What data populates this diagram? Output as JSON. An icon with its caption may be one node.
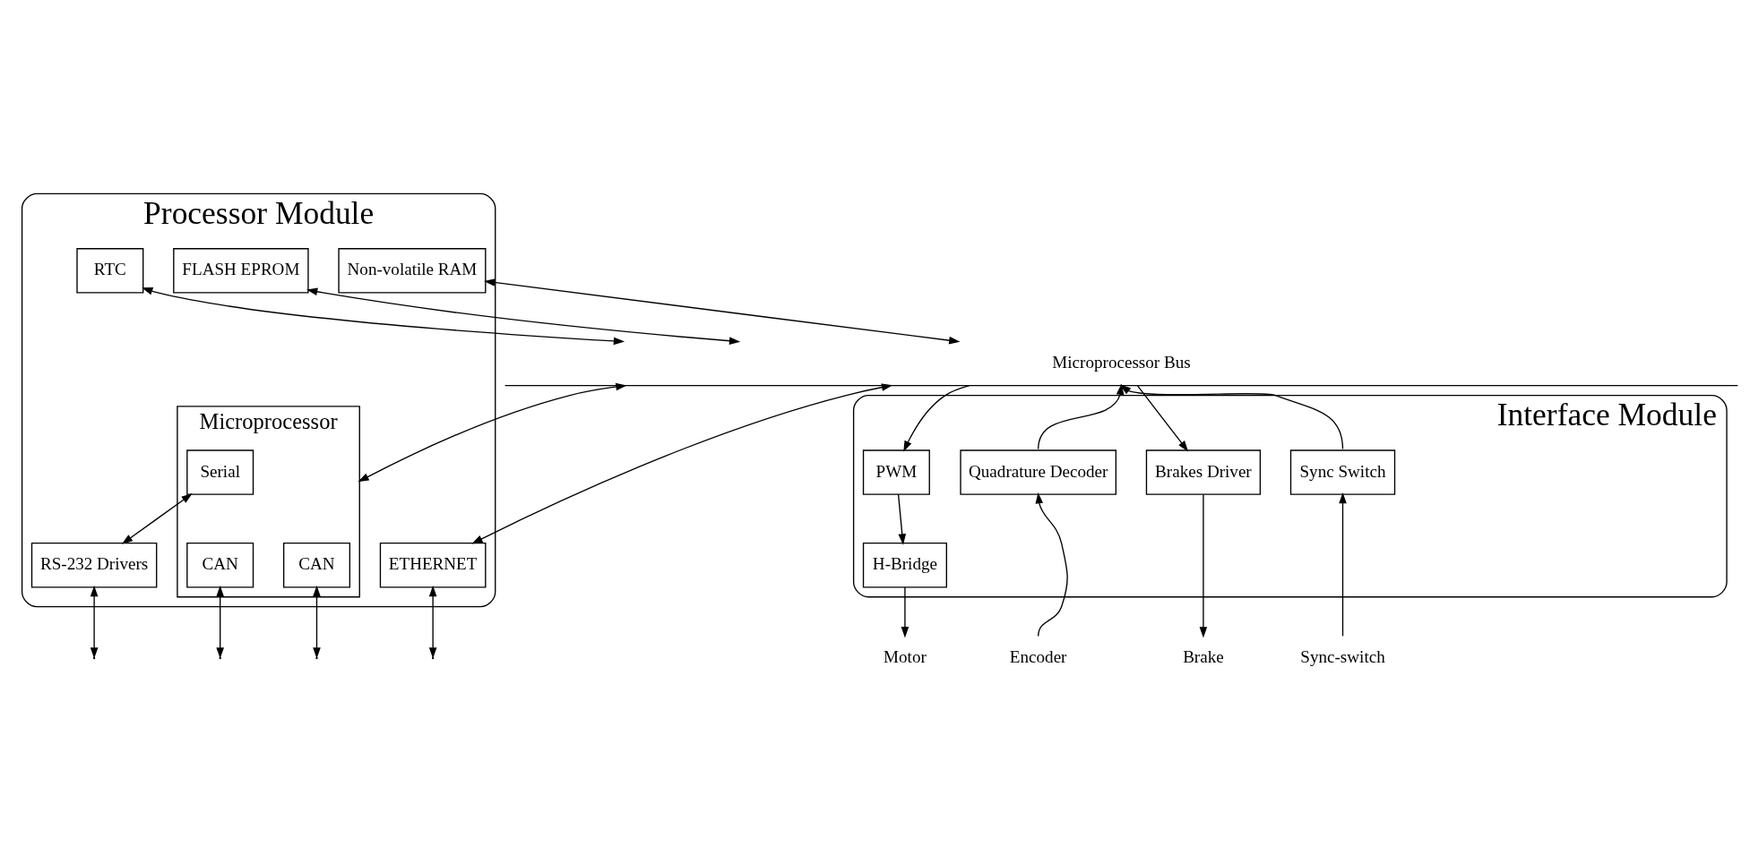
{
  "diagram": {
    "nodes": [
      {
        "text": [
          "Processor Module"
        ]
      },
      {
        "text": [
          "Non-volatile RAM"
        ],
        "in": 0
      },
      {
        "text": [
          "FLASH EPROM"
        ],
        "in": 0
      },
      {
        "text": [
          "RTC"
        ],
        "in": 0
      },
      {
        "text": [
          "Microprocessor"
        ],
        "in": 0
      },
      {
        "text": [
          "CAN"
        ],
        "in": 4
      },
      {
        "text": [
          "CAN"
        ],
        "in": 4
      },
      {
        "text": [
          "Serial"
        ],
        "in": 4
      },
      {
        "text": [
          "ETHERNET"
        ],
        "in": 0
      },
      {
        "text": [
          "RS-232 Drivers"
        ],
        "in": 0
      },
      {
        "text": [
          "Interface Module"
        ]
      },
      {
        "text": [
          "PWM"
        ],
        "in": 10
      },
      {
        "text": [
          "Quadrature Decoder"
        ],
        "in": 10
      },
      {
        "text": [
          "Brakes Driver"
        ],
        "in": 10
      },
      {
        "text": [
          "Sync Switch"
        ],
        "in": 10
      },
      {
        "text": [
          "H-Bridge"
        ],
        "in": 10
      },
      {
        "text": [
          "Microprocessor Bus"
        ]
      },
      {
        "text": [
          "Motor"
        ]
      },
      {
        "text": [
          "Encoder"
        ]
      },
      {
        "text": [
          "Brake"
        ]
      },
      {
        "text": [
          "Sync-switch"
        ]
      }
    ],
    "edges": [
      {
        "from": 1,
        "to": 16,
        "arrow": "both"
      },
      {
        "from": 2,
        "to": 16,
        "arrow": "both"
      },
      {
        "from": 3,
        "to": 16,
        "arrow": "both"
      },
      {
        "from": 16,
        "to": 4,
        "arrow": "both"
      },
      {
        "from": 16,
        "to": 8,
        "arrow": "both"
      },
      {
        "from": 16,
        "to": 11,
        "arrow": "to"
      },
      {
        "from": 12,
        "to": 16,
        "arrow": "to"
      },
      {
        "from": 16,
        "to": 13,
        "arrow": "to"
      },
      {
        "from": 14,
        "to": 16,
        "arrow": "to"
      },
      {
        "from": 5,
        "to": null,
        "arrow": "both"
      },
      {
        "from": 6,
        "to": null,
        "arrow": "both"
      },
      {
        "from": 7,
        "to": 9,
        "arrow": "both"
      },
      {
        "from": 9,
        "to": null,
        "arrow": "both"
      },
      {
        "from": 8,
        "to": null,
        "arrow": "both"
      },
      {
        "from": 11,
        "to": 15,
        "arrow": "to"
      },
      {
        "from": 15,
        "to": 17,
        "arrow": "to"
      },
      {
        "from": 18,
        "to": 12,
        "arrow": "to"
      },
      {
        "from": 13,
        "to": 19,
        "arrow": "to"
      },
      {
        "from": 20,
        "to": 14,
        "arrow": "to"
      }
    ]
  }
}
